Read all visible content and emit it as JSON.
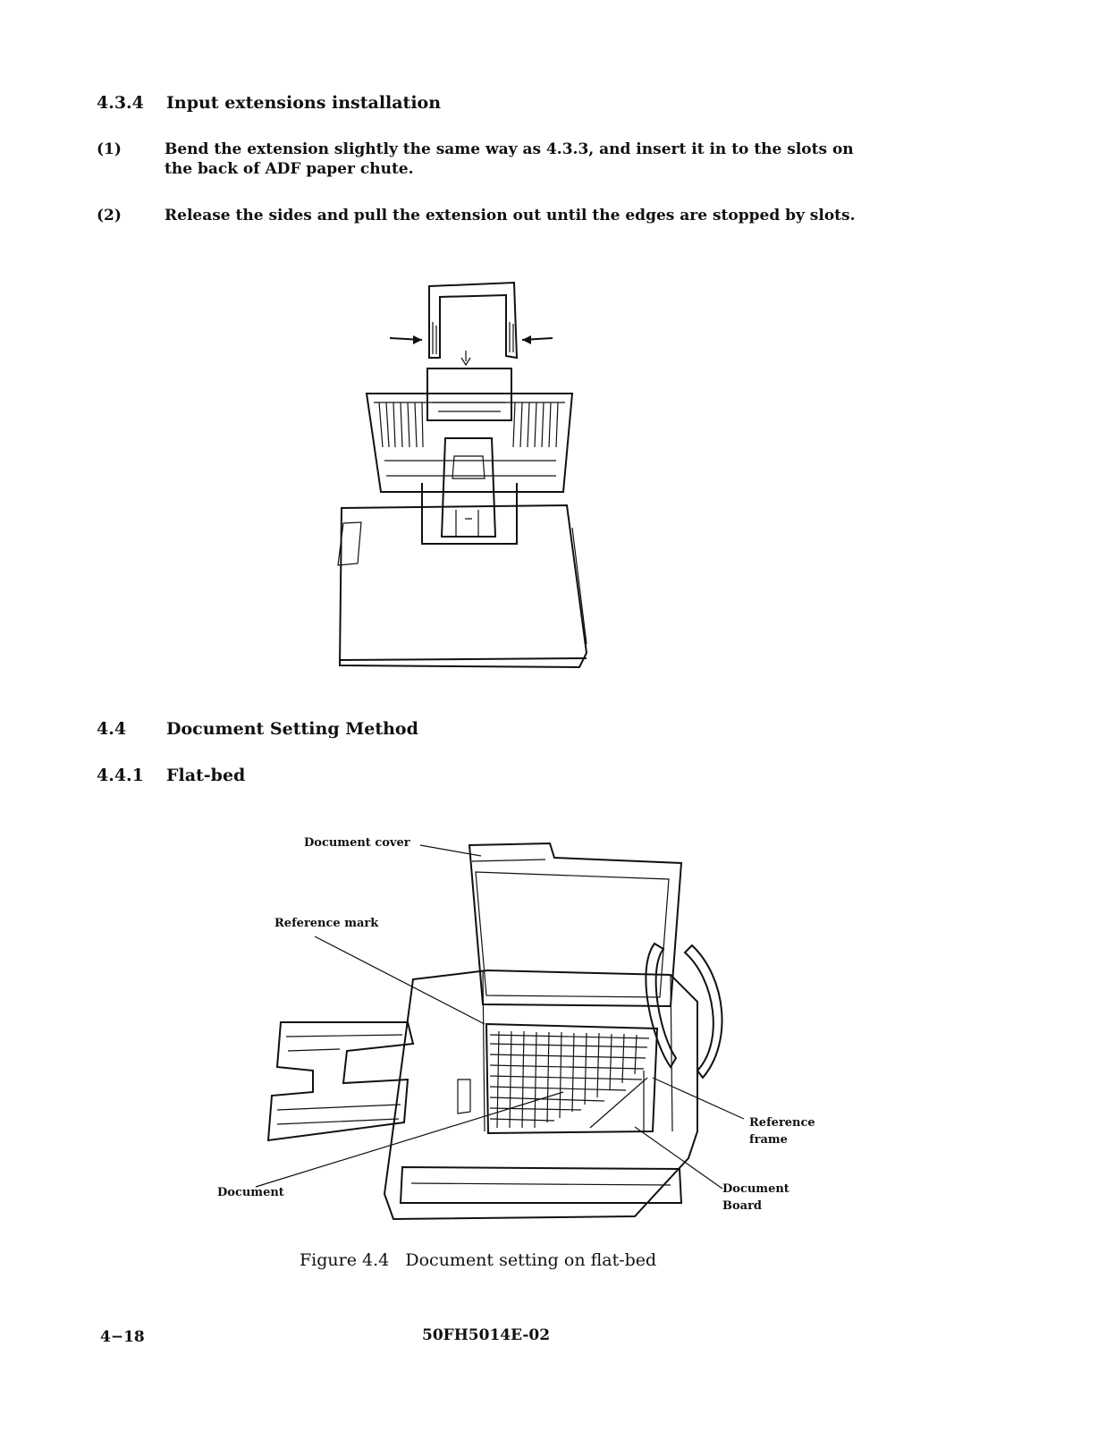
{
  "sections": {
    "s434": {
      "number": "4.3.4",
      "title": "Input extensions installation"
    },
    "s44": {
      "number": "4.4",
      "title": "Document Setting Method"
    },
    "s441": {
      "number": "4.4.1",
      "title": "Flat-bed"
    }
  },
  "steps": [
    {
      "num": "(1)",
      "text": "Bend the extension slightly the same way as 4.3.3, and insert it in to the slots on the back of ADF paper chute."
    },
    {
      "num": "(2)",
      "text": "Release the sides and pull the extension out until the edges are stopped by slots."
    }
  ],
  "figure2": {
    "labels": {
      "document_cover": "Document cover",
      "reference_mark": "Reference mark",
      "reference_frame_1": "Reference",
      "reference_frame_2": "frame",
      "document": "Document",
      "document_board_1": "Document",
      "document_board_2": "Board"
    },
    "caption_label": "Figure 4.4",
    "caption_text": "Document setting on flat-bed"
  },
  "footer": {
    "page": "4−18",
    "doc_id": "50FH5014E-02"
  }
}
